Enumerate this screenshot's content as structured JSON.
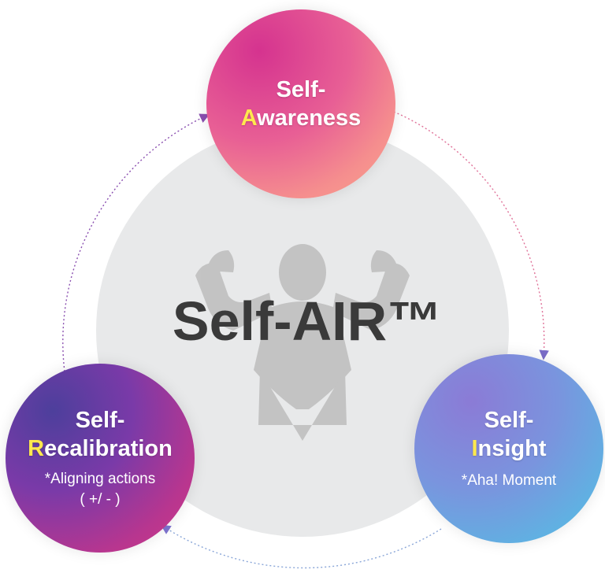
{
  "center": {
    "title": "Self-AIR™"
  },
  "nodes": {
    "awareness": {
      "line1": "Self-",
      "initial": "A",
      "rest": "wareness"
    },
    "insight": {
      "line1": "Self-",
      "initial": "I",
      "rest": "nsight",
      "note": "*Aha! Moment"
    },
    "recalibration": {
      "line1": "Self-",
      "initial": "R",
      "rest": "ecalibration",
      "note_line1": "*Aligning actions",
      "note_line2": "( +/ - )"
    }
  },
  "colors": {
    "hub": "#E8E9EA",
    "silhouette": "#BDBDBD",
    "initial_highlight": "#FFE94D",
    "arrow_awareness_insight": "#E0739A",
    "arrow_insight_recal": "#8A8FD8",
    "arrow_recal_awareness": "#8A4FB0"
  },
  "icons": {
    "center": "flexing-figure-icon"
  }
}
